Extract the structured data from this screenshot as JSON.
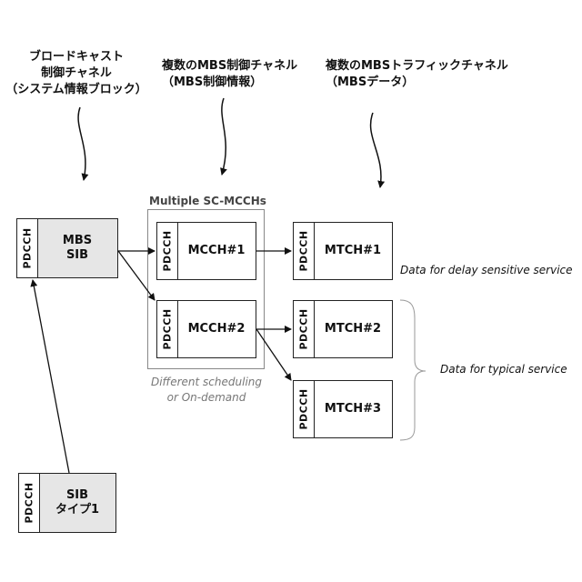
{
  "labels": {
    "broadcast": [
      "ブロードキャスト",
      "制御チャネル",
      "（システム情報ブロック）"
    ],
    "mbs_control": [
      "複数のMBS制御チャネル",
      "（MBS制御情報）"
    ],
    "mbs_traffic": [
      "複数のMBSトラフィックチャネル",
      "（MBSデータ）"
    ]
  },
  "group_title": "Multiple SC-MCCHs",
  "pdcch": "PDCCH",
  "boxes": {
    "mbs_sib": [
      "MBS",
      "SIB"
    ],
    "mcch1": "MCCH#1",
    "mcch2": "MCCH#2",
    "mtch1": "MTCH#1",
    "mtch2": "MTCH#2",
    "mtch3": "MTCH#3",
    "sib1": [
      "SIB",
      "タイプ1"
    ]
  },
  "notes": {
    "different_sched": [
      "Different scheduling",
      "or On-demand"
    ],
    "delay_sensitive": "Data for delay sensitive service",
    "typical": "Data for typical service"
  }
}
